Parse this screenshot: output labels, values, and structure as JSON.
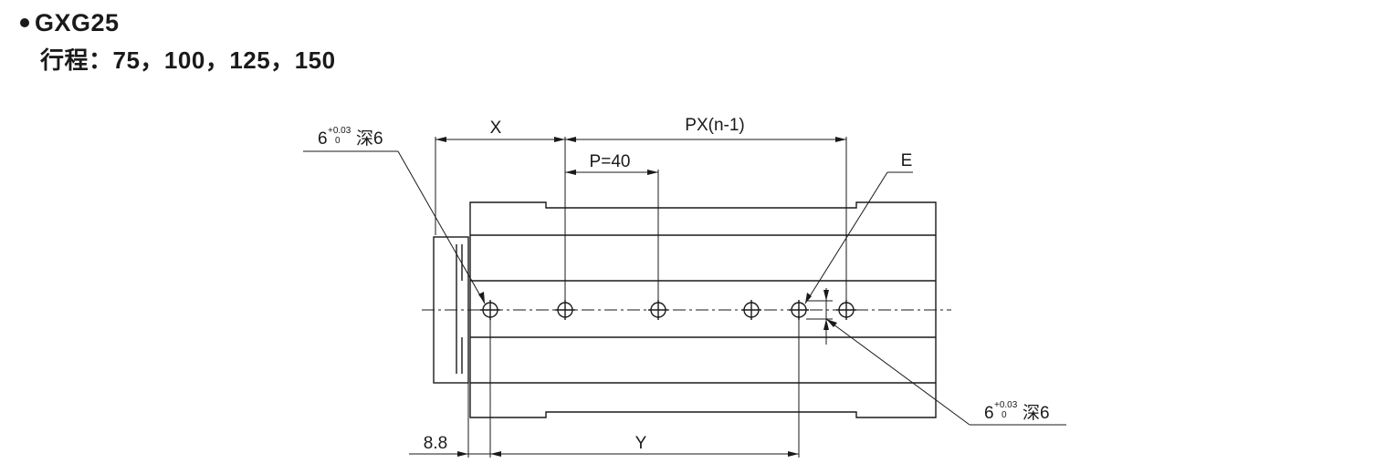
{
  "header": {
    "model": "GXG25",
    "stroke_label": "行程：",
    "stroke_values": "75，100，125，150"
  },
  "drawing": {
    "dim_x": "X",
    "dim_px": "PX(n-1)",
    "dim_p": "P=40",
    "dim_e": "E",
    "dim_y": "Y",
    "dim_offset": "8.8",
    "hole_callout_top": {
      "dia": "6",
      "tol_upper": "+0.03",
      "tol_lower": "0",
      "suffix": "深6"
    },
    "hole_callout_bottom": {
      "dia": "6",
      "tol_upper": "+0.03",
      "tol_lower": "0",
      "suffix": "深6"
    }
  }
}
